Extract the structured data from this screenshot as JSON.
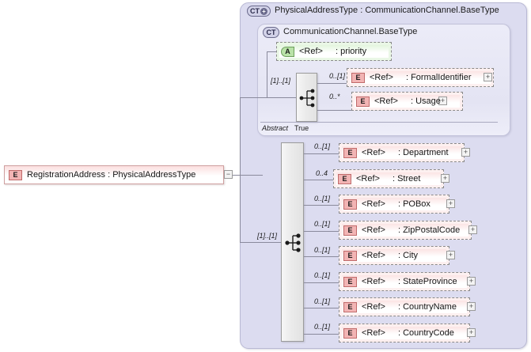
{
  "diagram": {
    "title": "XSD Schema Diagram",
    "background_color": "#ffffff"
  },
  "root_element": {
    "badge": "E",
    "label": "RegistrationAddress : PhysicalAddressType",
    "toggle": "−",
    "toggle_name": "collapse-box"
  },
  "outer_type": {
    "badge": "CT",
    "badge_plus": "+",
    "title": "PhysicalAddressType : CommunicationChannel.BaseType",
    "fill_color": "#dcdcf0",
    "border_color": "#b9b9d4"
  },
  "inner_type": {
    "badge": "CT",
    "title": "CommunicationChannel.BaseType",
    "fill_color": "#e7e7f5",
    "border_color": "#c3c3da",
    "abstract_label": "Abstract",
    "abstract_value": "True",
    "compositor_cardinality": "[1]..[1]",
    "attribute": {
      "badge": "A",
      "ref": "<Ref>",
      "name": ": priority"
    },
    "children": [
      {
        "badge": "E",
        "ref": "<Ref>",
        "name": ": FormalIdentifier",
        "cardinality": "0..[1]",
        "toggle": "+"
      },
      {
        "badge": "E",
        "ref": "<Ref>",
        "name": ": Usage",
        "cardinality": "0..*",
        "toggle": "+"
      }
    ]
  },
  "main_sequence": {
    "cardinality": "[1]..[1]",
    "children": [
      {
        "badge": "E",
        "ref": "<Ref>",
        "name": ": Department",
        "cardinality": "0..[1]",
        "toggle": "+"
      },
      {
        "badge": "E",
        "ref": "<Ref>",
        "name": ": Street",
        "cardinality": "0..4",
        "toggle": "+"
      },
      {
        "badge": "E",
        "ref": "<Ref>",
        "name": ": POBox",
        "cardinality": "0..[1]",
        "toggle": "+"
      },
      {
        "badge": "E",
        "ref": "<Ref>",
        "name": ": ZipPostalCode",
        "cardinality": "0..[1]",
        "toggle": "+"
      },
      {
        "badge": "E",
        "ref": "<Ref>",
        "name": ": City",
        "cardinality": "0..[1]",
        "toggle": "+"
      },
      {
        "badge": "E",
        "ref": "<Ref>",
        "name": ": StateProvince",
        "cardinality": "0..[1]",
        "toggle": "+"
      },
      {
        "badge": "E",
        "ref": "<Ref>",
        "name": ": CountryName",
        "cardinality": "0..[1]",
        "toggle": "+"
      },
      {
        "badge": "E",
        "ref": "<Ref>",
        "name": ": CountryCode",
        "cardinality": "0..[1]",
        "toggle": "+"
      }
    ]
  },
  "colors": {
    "element_pink": "#fbdede",
    "element_badge": "#f2b4b4",
    "attribute_green": "#eaf7e6",
    "attribute_badge": "#b9e2a8",
    "container_lavender": "#dcdcf0",
    "line": "#8a8a9c"
  }
}
